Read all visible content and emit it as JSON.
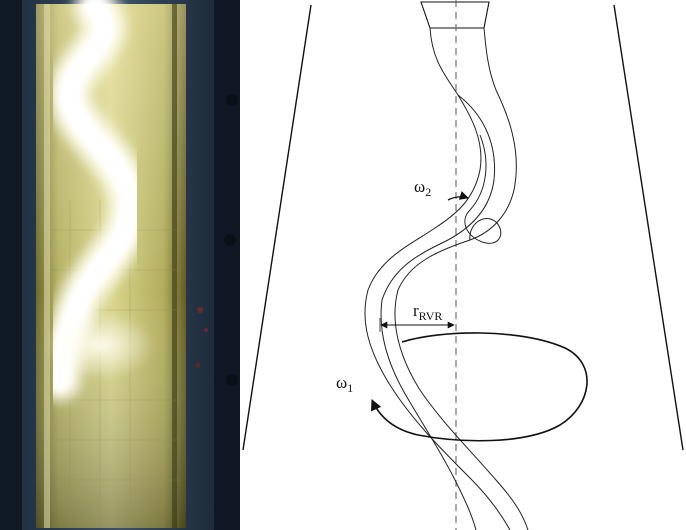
{
  "diagram": {
    "labels": {
      "omega2_base": "ω",
      "omega2_sub": "2",
      "omega1_base": "ω",
      "omega1_sub": "1",
      "radius_base": "r",
      "radius_sub": "RVR"
    }
  }
}
